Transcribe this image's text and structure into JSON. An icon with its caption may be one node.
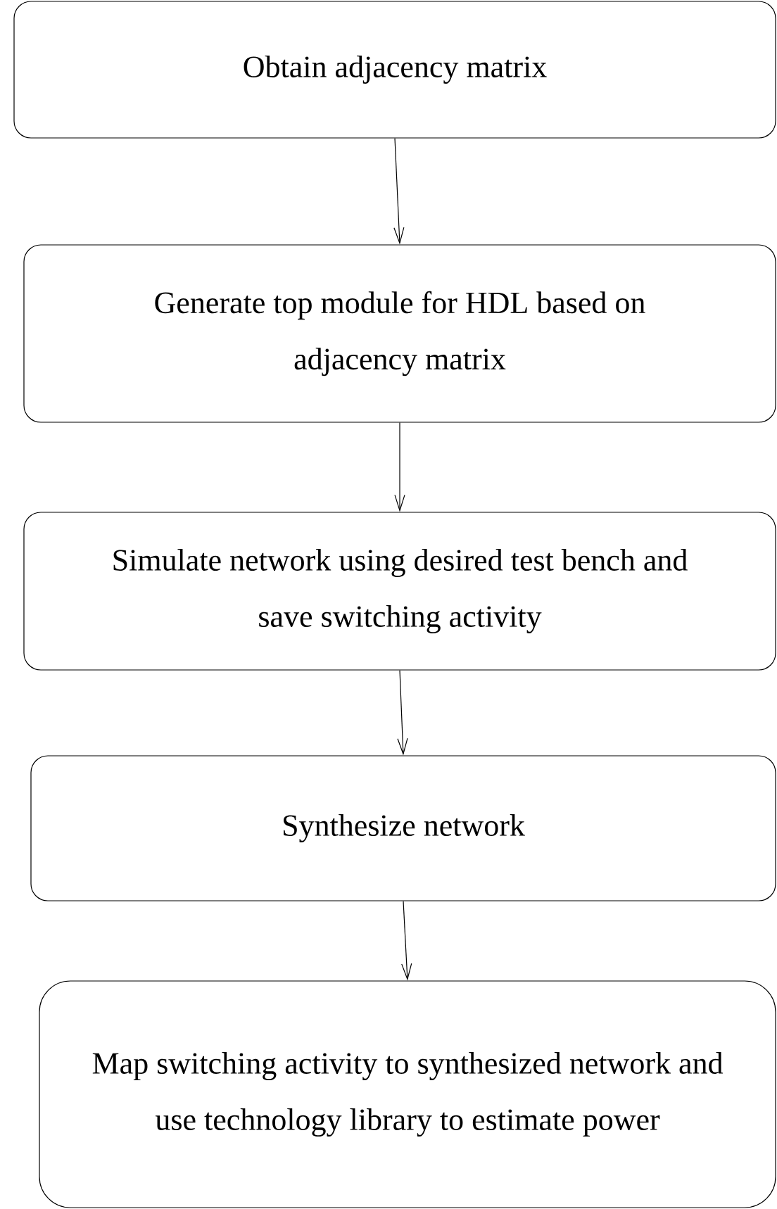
{
  "diagram": {
    "nodes": [
      {
        "text": [
          "Obtain adjacency matrix"
        ]
      },
      {
        "text": [
          "Generate top module for HDL based on adjacency matrix"
        ]
      },
      {
        "text": [
          "Simulate network using desired test bench and save switching activity"
        ]
      },
      {
        "text": [
          "Synthesize network"
        ]
      },
      {
        "text": [
          "Map switching activity to synthesized network and use technology library to estimate power"
        ]
      }
    ],
    "edges": [
      {
        "from": 0,
        "to": 1,
        "arrow": "to"
      },
      {
        "from": 1,
        "to": 2,
        "arrow": "to"
      },
      {
        "from": 2,
        "to": 3,
        "arrow": "to"
      },
      {
        "from": 3,
        "to": 4,
        "arrow": "to"
      }
    ]
  }
}
